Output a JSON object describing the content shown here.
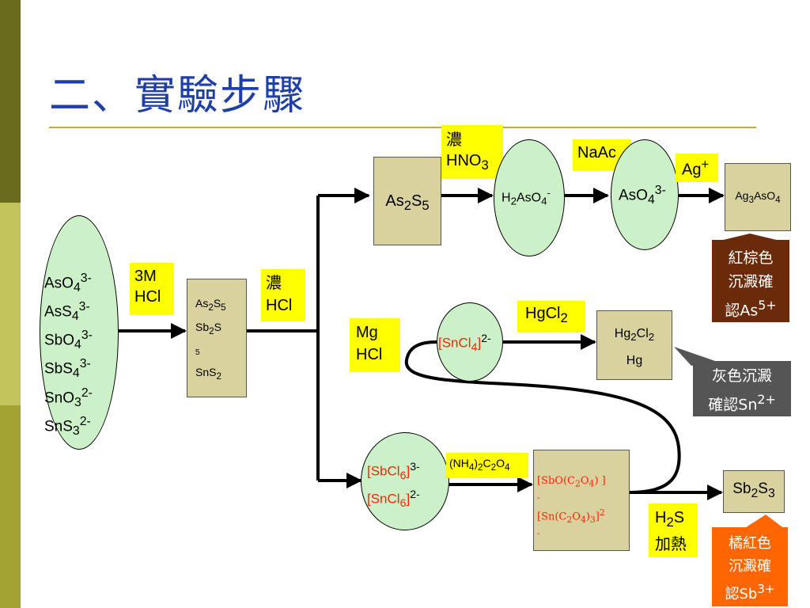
{
  "title": "二、實驗步驟",
  "start_oval": {
    "lines": [
      {
        "base": "AsO",
        "sub": "4",
        "sup": "3-"
      },
      {
        "base": "AsS",
        "sub": "4",
        "sup": "3-"
      },
      {
        "base": "SbO",
        "sub": "4",
        "sup": "3-"
      },
      {
        "base": "SbS",
        "sub": "4",
        "sup": "3-"
      },
      {
        "base": "SnO",
        "sub": "3",
        "sup": "2-"
      },
      {
        "base": "SnS",
        "sub": "3",
        "sup": "2-"
      }
    ]
  },
  "reagent_3m_hcl": {
    "line1": "3M",
    "line2": "HCl"
  },
  "precip_box": {
    "l1a": "As",
    "l1b": "2",
    "l1c": "S",
    "l1d": "5",
    "l2a": "Sb",
    "l2b": "2",
    "l2c": "S",
    "l2d": "5",
    "l3a": "SnS",
    "l3b": "2"
  },
  "reagent_conc_hcl": {
    "line1": "濃",
    "line2": "HCl"
  },
  "as2s5_box": {
    "a": "As",
    "b": "2",
    "c": "S",
    "d": "5"
  },
  "reagent_hno3": {
    "line1": "濃",
    "line2a": "HNO",
    "line2b": "3"
  },
  "h2aso4_oval": {
    "a": "H",
    "b": "2",
    "c": "AsO",
    "d": "4",
    "e": "-"
  },
  "reagent_naac": "NaAc",
  "aso4_oval": {
    "a": "AsO",
    "b": "4",
    "c": "3-"
  },
  "reagent_ag": {
    "a": "Ag",
    "b": "+"
  },
  "ag3aso4_box": {
    "a": "Ag",
    "b": "3",
    "c": "AsO",
    "d": "4"
  },
  "callout_as": {
    "line1": "紅棕色",
    "line2": "沉澱確",
    "line3a": "認As",
    "line3b": "5+"
  },
  "reagent_mg_hcl": {
    "line1": "Mg",
    "line2": "HCl"
  },
  "sncl4_oval": {
    "a": "[SnCl",
    "b": "4",
    "c": "]",
    "d": "2-"
  },
  "reagent_hgcl2": {
    "a": "HgCl",
    "b": "2"
  },
  "hg_box": {
    "l1a": "Hg",
    "l1b": "2",
    "l1c": "Cl",
    "l1d": "2",
    "l2": "Hg"
  },
  "callout_sn": {
    "line1": "灰色沉澱",
    "line2a": "確認Sn",
    "line2b": "2+"
  },
  "chloro_oval": {
    "l1a": "[SbCl",
    "l1b": "6",
    "l1c": "]",
    "l1d": "3-",
    "l2a": "[SnCl",
    "l2b": "6",
    "l2c": "]",
    "l2d": "2-"
  },
  "reagent_oxalate": {
    "a": "(NH",
    "b": "4",
    "c": ")",
    "d": "2",
    "e": "C",
    "f": "2",
    "g": "O",
    "h": "4"
  },
  "oxalate_box": {
    "l1a": "[SbO(C",
    "l1b": "2",
    "l1c": "O",
    "l1d": "4",
    "l1e": ") ]",
    "l1f": "-",
    "l2a": "[Sn(C",
    "l2b": "2",
    "l2c": "O",
    "l2d": "4",
    "l2e": ")",
    "l2f": "3",
    "l2g": "]",
    "l2h": "2",
    "l2i": "-"
  },
  "reagent_h2s": {
    "l1a": "H",
    "l1b": "2",
    "l1c": "S",
    "line2": "加熱"
  },
  "sb2s3_box": {
    "a": "Sb",
    "b": "2",
    "c": "S",
    "d": "3"
  },
  "callout_sb": {
    "line1": "橘紅色",
    "line2": "沉澱確",
    "line3a": "認Sb",
    "line3b": "3+"
  },
  "colors": {
    "title": "#1f3fa8",
    "oval_fill": "#ccf1c8",
    "box_fill": "#d9d29f",
    "reagent_fill": "#ffff00",
    "callout_as": "#6b2a0a",
    "callout_sn": "#555555",
    "callout_sb": "#ff6600",
    "highlight_text": "#ff2200"
  }
}
